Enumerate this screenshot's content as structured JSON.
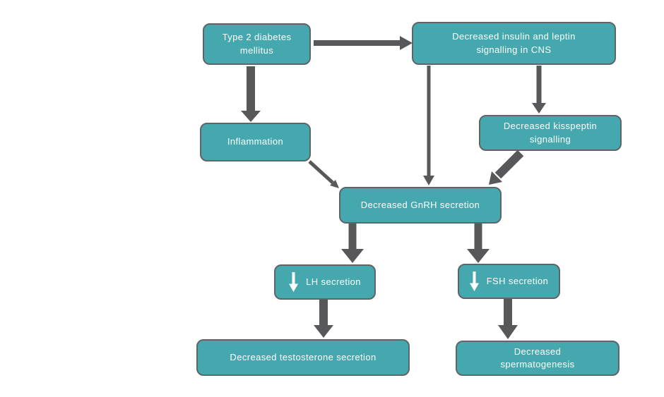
{
  "diagram": {
    "type": "flowchart",
    "topic": "Type 2 diabetes mellitus effects on male reproductive hormone axis",
    "nodes": {
      "type2": {
        "label": "Type 2 diabetes\nmellitus"
      },
      "insulin_leptin": {
        "label": "Decreased insulin and leptin\nsignalling in CNS"
      },
      "inflammation": {
        "label": "Inflammation"
      },
      "kisspeptin": {
        "label": "Decreased kisspeptin\nsignalling"
      },
      "gnrh": {
        "label": "Decreased GnRH secretion"
      },
      "lh": {
        "label": "LH secretion",
        "icon": "decrease-arrow-icon"
      },
      "fsh": {
        "label": "FSH secretion",
        "icon": "decrease-arrow-icon"
      },
      "testosterone": {
        "label": "Decreased testosterone secretion"
      },
      "spermatogenesis": {
        "label": "Decreased\nspermatogenesis"
      }
    },
    "edges": [
      {
        "from": "type2",
        "to": "insulin_leptin"
      },
      {
        "from": "type2",
        "to": "inflammation"
      },
      {
        "from": "insulin_leptin",
        "to": "gnrh"
      },
      {
        "from": "insulin_leptin",
        "to": "kisspeptin"
      },
      {
        "from": "inflammation",
        "to": "gnrh"
      },
      {
        "from": "kisspeptin",
        "to": "gnrh"
      },
      {
        "from": "gnrh",
        "to": "lh"
      },
      {
        "from": "gnrh",
        "to": "fsh"
      },
      {
        "from": "lh",
        "to": "testosterone"
      },
      {
        "from": "fsh",
        "to": "spermatogenesis"
      }
    ],
    "colors": {
      "node_fill": "#45a8ae",
      "node_border": "#5e6567",
      "arrow": "#58585a",
      "node_text": "#ffffff",
      "background": "#ffffff"
    }
  }
}
